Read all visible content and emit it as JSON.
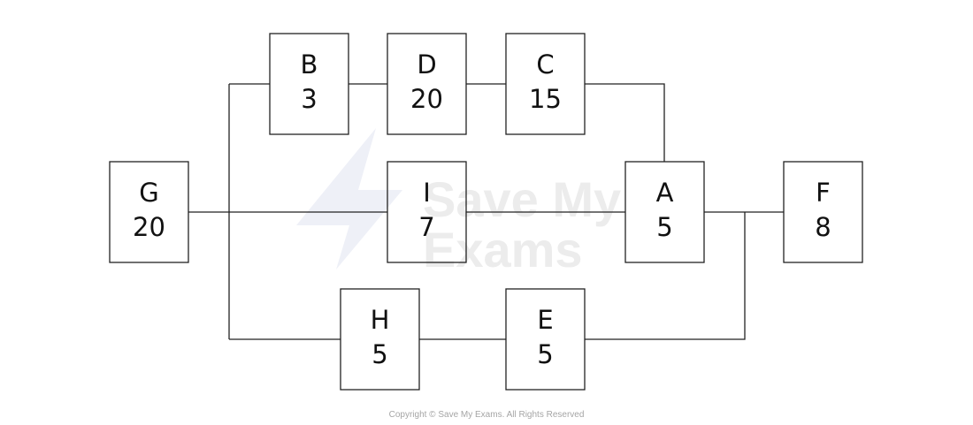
{
  "nodes": {
    "b": {
      "letter": "B",
      "duration": "3"
    },
    "d": {
      "letter": "D",
      "duration": "20"
    },
    "c": {
      "letter": "C",
      "duration": "15"
    },
    "g": {
      "letter": "G",
      "duration": "20"
    },
    "i": {
      "letter": "I",
      "duration": "7"
    },
    "a": {
      "letter": "A",
      "duration": "5"
    },
    "f": {
      "letter": "F",
      "duration": "8"
    },
    "h": {
      "letter": "H",
      "duration": "5"
    },
    "e": {
      "letter": "E",
      "duration": "5"
    }
  },
  "watermark": {
    "line1": "Save My",
    "line2": "Exams"
  },
  "footer": {
    "copyright": "Copyright © Save My Exams. All Rights Reserved"
  },
  "colors": {
    "stroke": "#222222",
    "watermark": "#ececec",
    "copyright": "#a5a5a5"
  }
}
